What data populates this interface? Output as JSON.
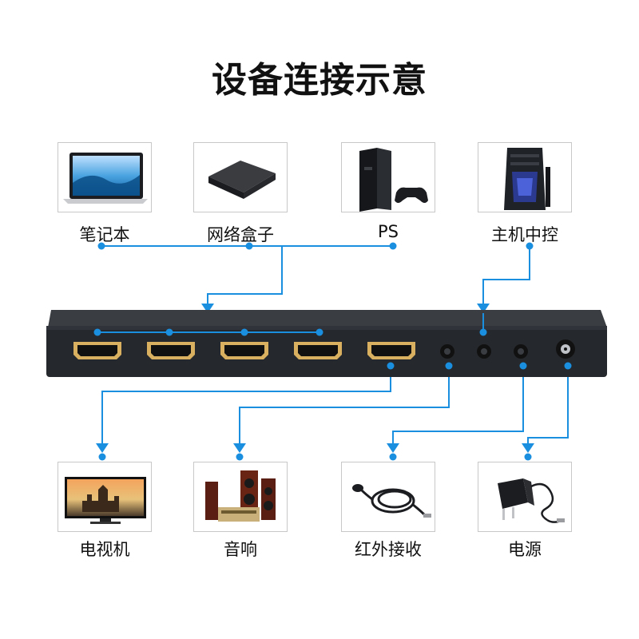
{
  "title": "设备连接示意",
  "colors": {
    "accent": "#1a8fe0",
    "device_body": "#25282c",
    "port_gold": "#d8b060"
  },
  "sources": [
    {
      "label": "笔记本",
      "icon": "laptop-icon"
    },
    {
      "label": "网络盒子",
      "icon": "tv-box-icon"
    },
    {
      "label": "PS",
      "icon": "game-console-icon"
    },
    {
      "label": "主机中控",
      "icon": "pc-tower-icon"
    }
  ],
  "outputs": [
    {
      "label": "电视机",
      "icon": "television-icon"
    },
    {
      "label": "音响",
      "icon": "speaker-system-icon"
    },
    {
      "label": "红外接收",
      "icon": "ir-receiver-cable-icon"
    },
    {
      "label": "电源",
      "icon": "power-adapter-icon"
    }
  ]
}
